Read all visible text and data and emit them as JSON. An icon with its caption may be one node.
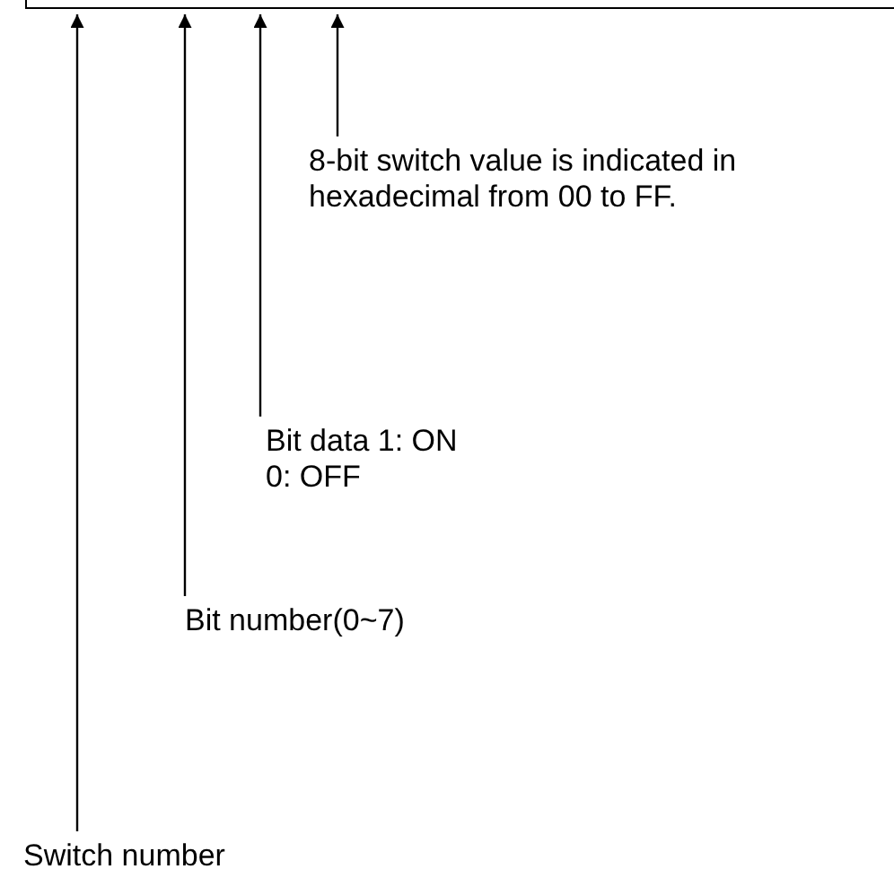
{
  "diagram": {
    "nodes": [
      {
        "text": [],
        "shape": "box"
      },
      {
        "text": [
          "8-bit switch value is indicated in hexadecimal from 00 to FF."
        ]
      },
      {
        "text": [
          "Bit data 1: ON 0: OFF"
        ]
      },
      {
        "text": [
          "Bit number(0~7)"
        ]
      },
      {
        "text": [
          "Switch number"
        ]
      }
    ],
    "edges": [
      {
        "from": 1,
        "to": 0,
        "arrow": "to"
      },
      {
        "from": 2,
        "to": 0,
        "arrow": "to"
      },
      {
        "from": 3,
        "to": 0,
        "arrow": "to"
      },
      {
        "from": 4,
        "to": 0,
        "arrow": "to"
      }
    ]
  }
}
